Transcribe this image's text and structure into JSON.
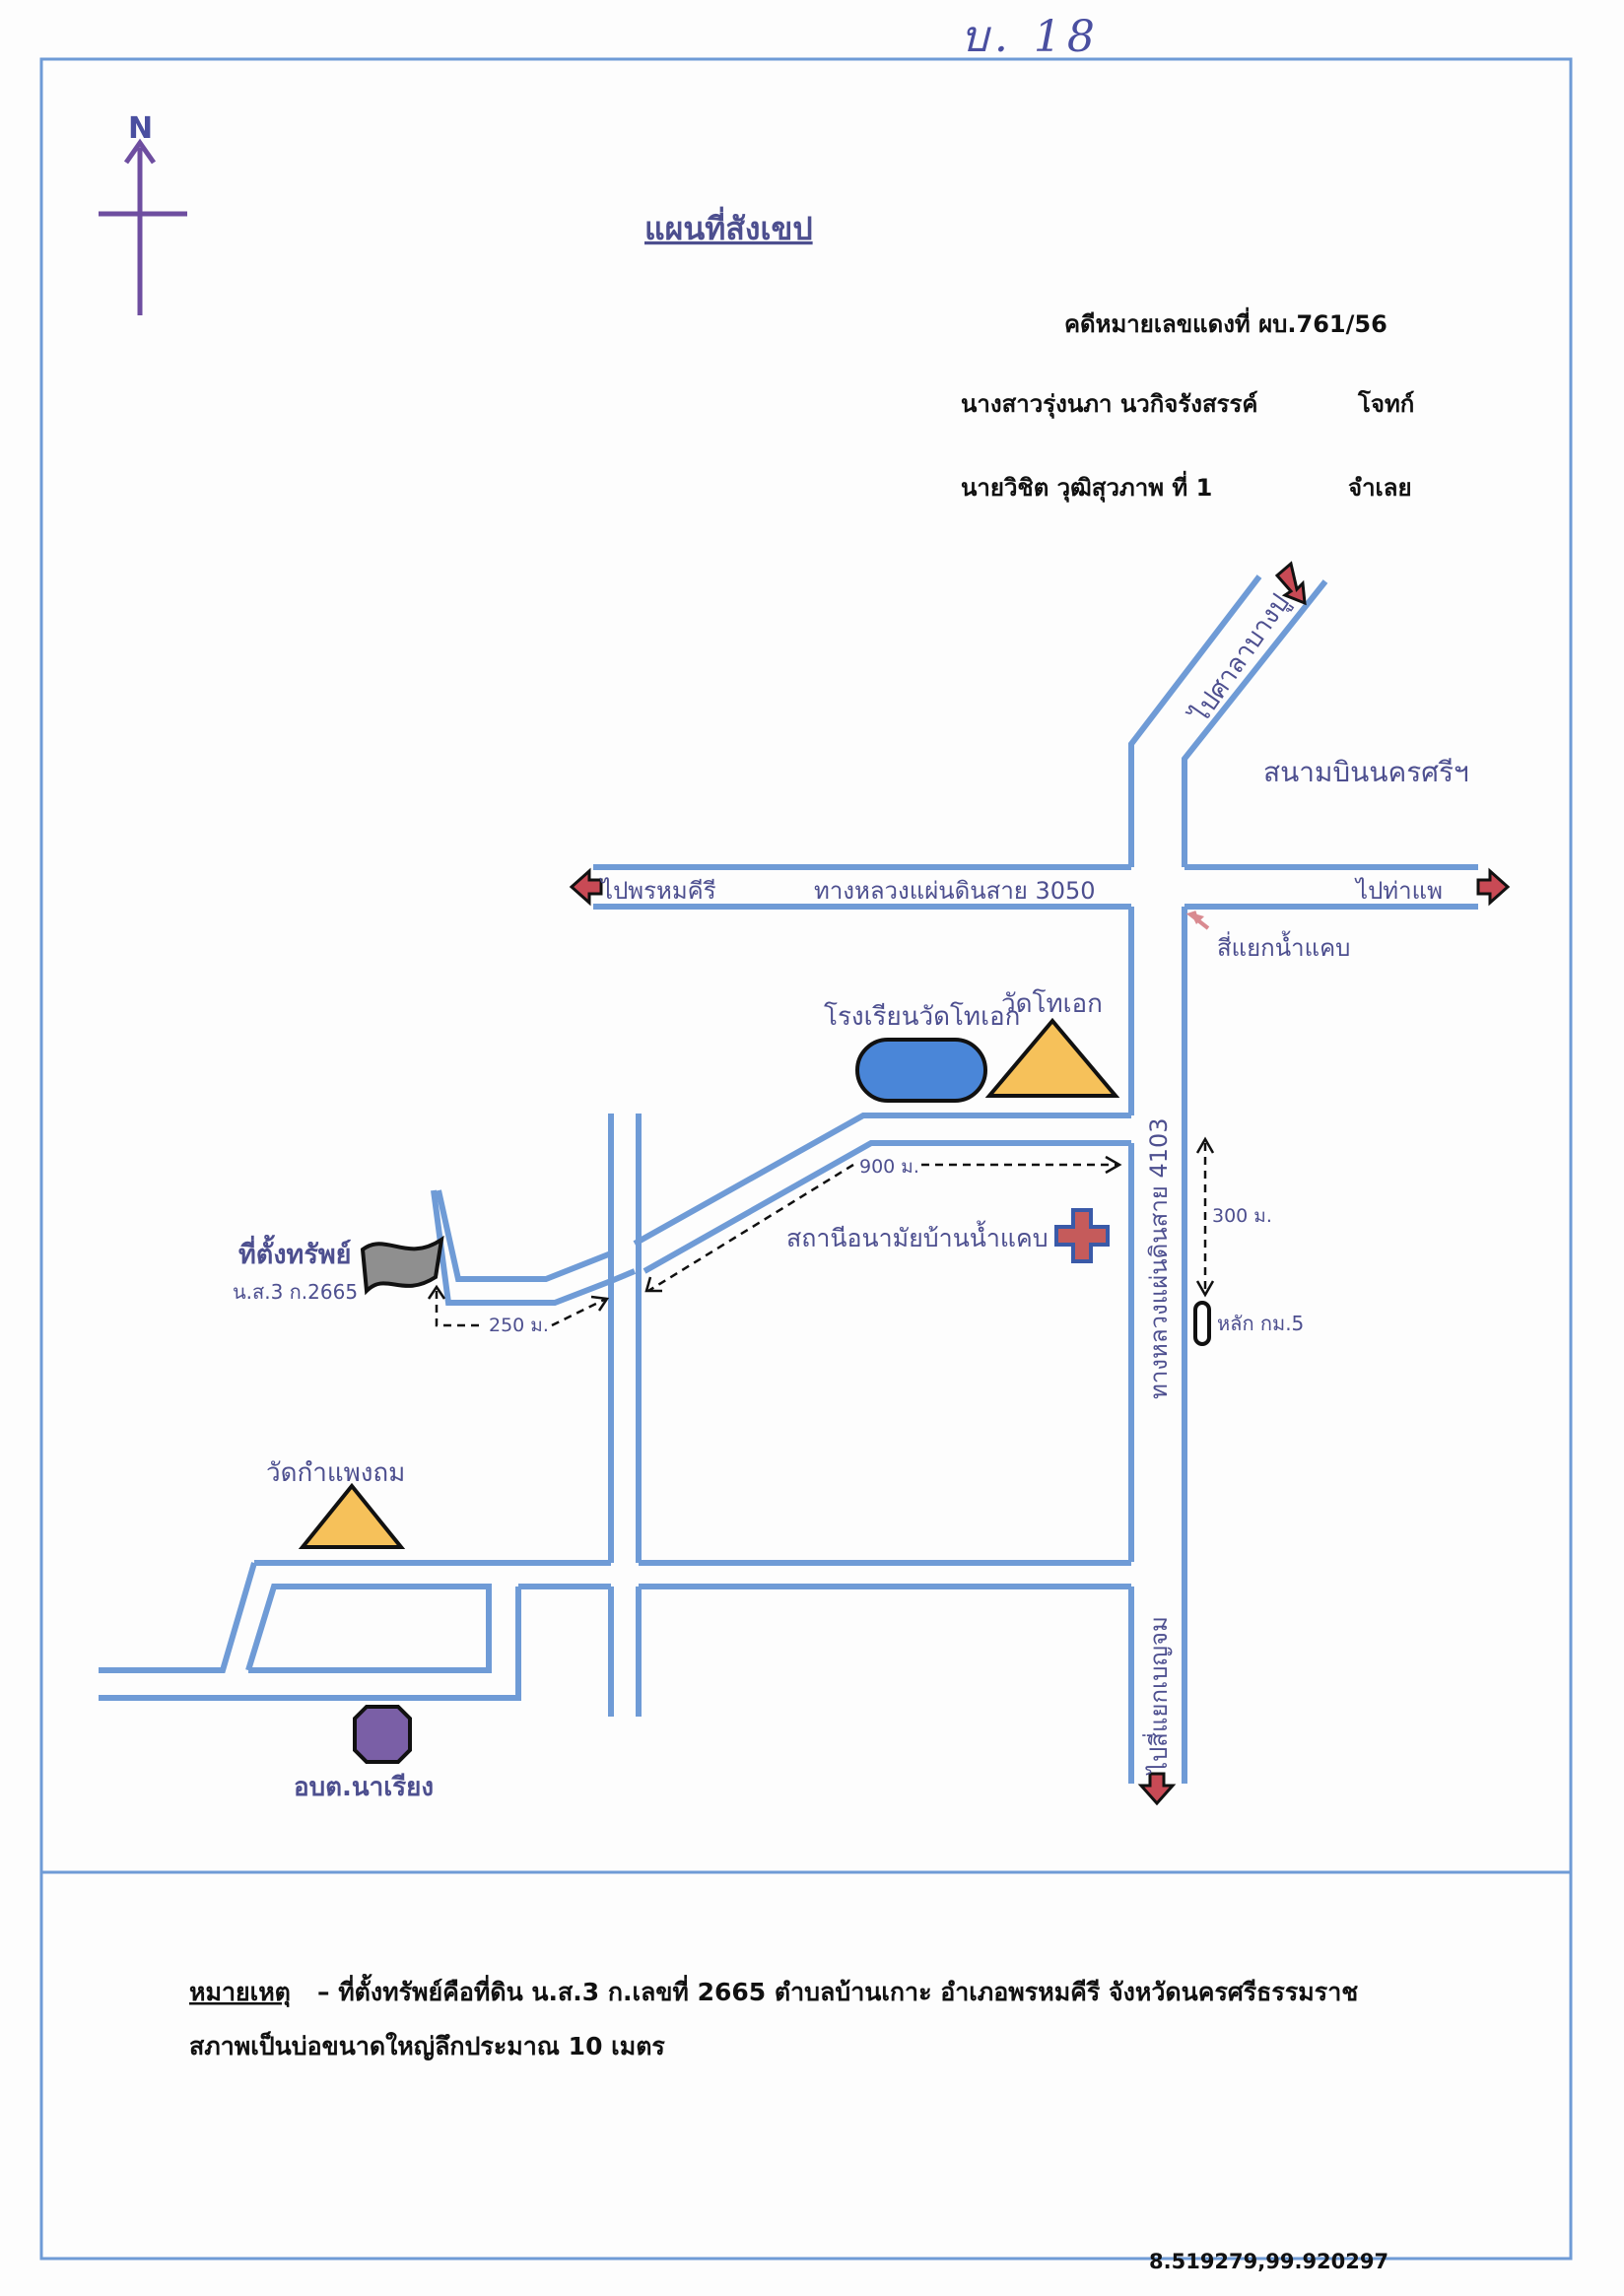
{
  "page_mark": "บ. 18",
  "compass": {
    "north_label": "N"
  },
  "title": "แผนที่สังเขป",
  "case": {
    "case_number": "คดีหมายเลขแดงที่ ผบ.761/56",
    "plaintiff": "นางสาวรุ่งนภา นวกิจรังสรรค์",
    "plaintiff_role": "โจทก์",
    "defendant": "นายวิชิต วุฒิสุวภาพ ที่ 1",
    "defendant_role": "จำเลย"
  },
  "map_labels": {
    "to_sala_bangpu": "ไปศาลาบางปู",
    "airport": "สนามบินนครศรีฯ",
    "to_phrom_khiri": "ไปพรหมคีรี",
    "highway_3050": "ทางหลวงแผ่นดินสาย 3050",
    "to_tha_phae": "ไปท่าแพ",
    "junction": "สี่แยกน้ำแคบ",
    "school": "โรงเรียนวัดโทเอก",
    "wat_tho_ek": "วัดโทเอก",
    "distance_900": "900 ม.",
    "highway_4103": "ทางหลวงแผ่นดินสาย 4103",
    "distance_300": "300 ม.",
    "health_station": "สถานีอนามัยบ้านน้ำแคบ",
    "property": "ที่ตั้งทรัพย์",
    "property_doc": "น.ส.3 ก.2665",
    "distance_250": "250 ม.",
    "km_post": "หลัก กม.5",
    "wat_kamphaeng": "วัดกำแพงถม",
    "to_yaek_benchama": "ไปสี่แยกเบญจม",
    "sao_office": "อบต.นาเรียง"
  },
  "note": {
    "label": "หมายเหตุ",
    "line1": "– ที่ตั้งทรัพย์คือที่ดิน น.ส.3 ก.เลขที่ 2665 ตำบลบ้านเกาะ อำเภอพรหมคีรี จังหวัดนครศรีธรรมราช",
    "line2": "สภาพเป็นบ่อขนาดใหญ่ลึกประมาณ 10 เมตร"
  },
  "coordinates": "8.519279,99.920297",
  "colors": {
    "road": "#6f9bd6",
    "frame": "#6f9bd6",
    "text": "#4d4f8f",
    "temple": "#f6c15a",
    "school": "#4a86d8",
    "health": "#c55b5b",
    "sao": "#7a5fa6",
    "compass": "#6e4ea0",
    "arrow": "#c84a55"
  }
}
